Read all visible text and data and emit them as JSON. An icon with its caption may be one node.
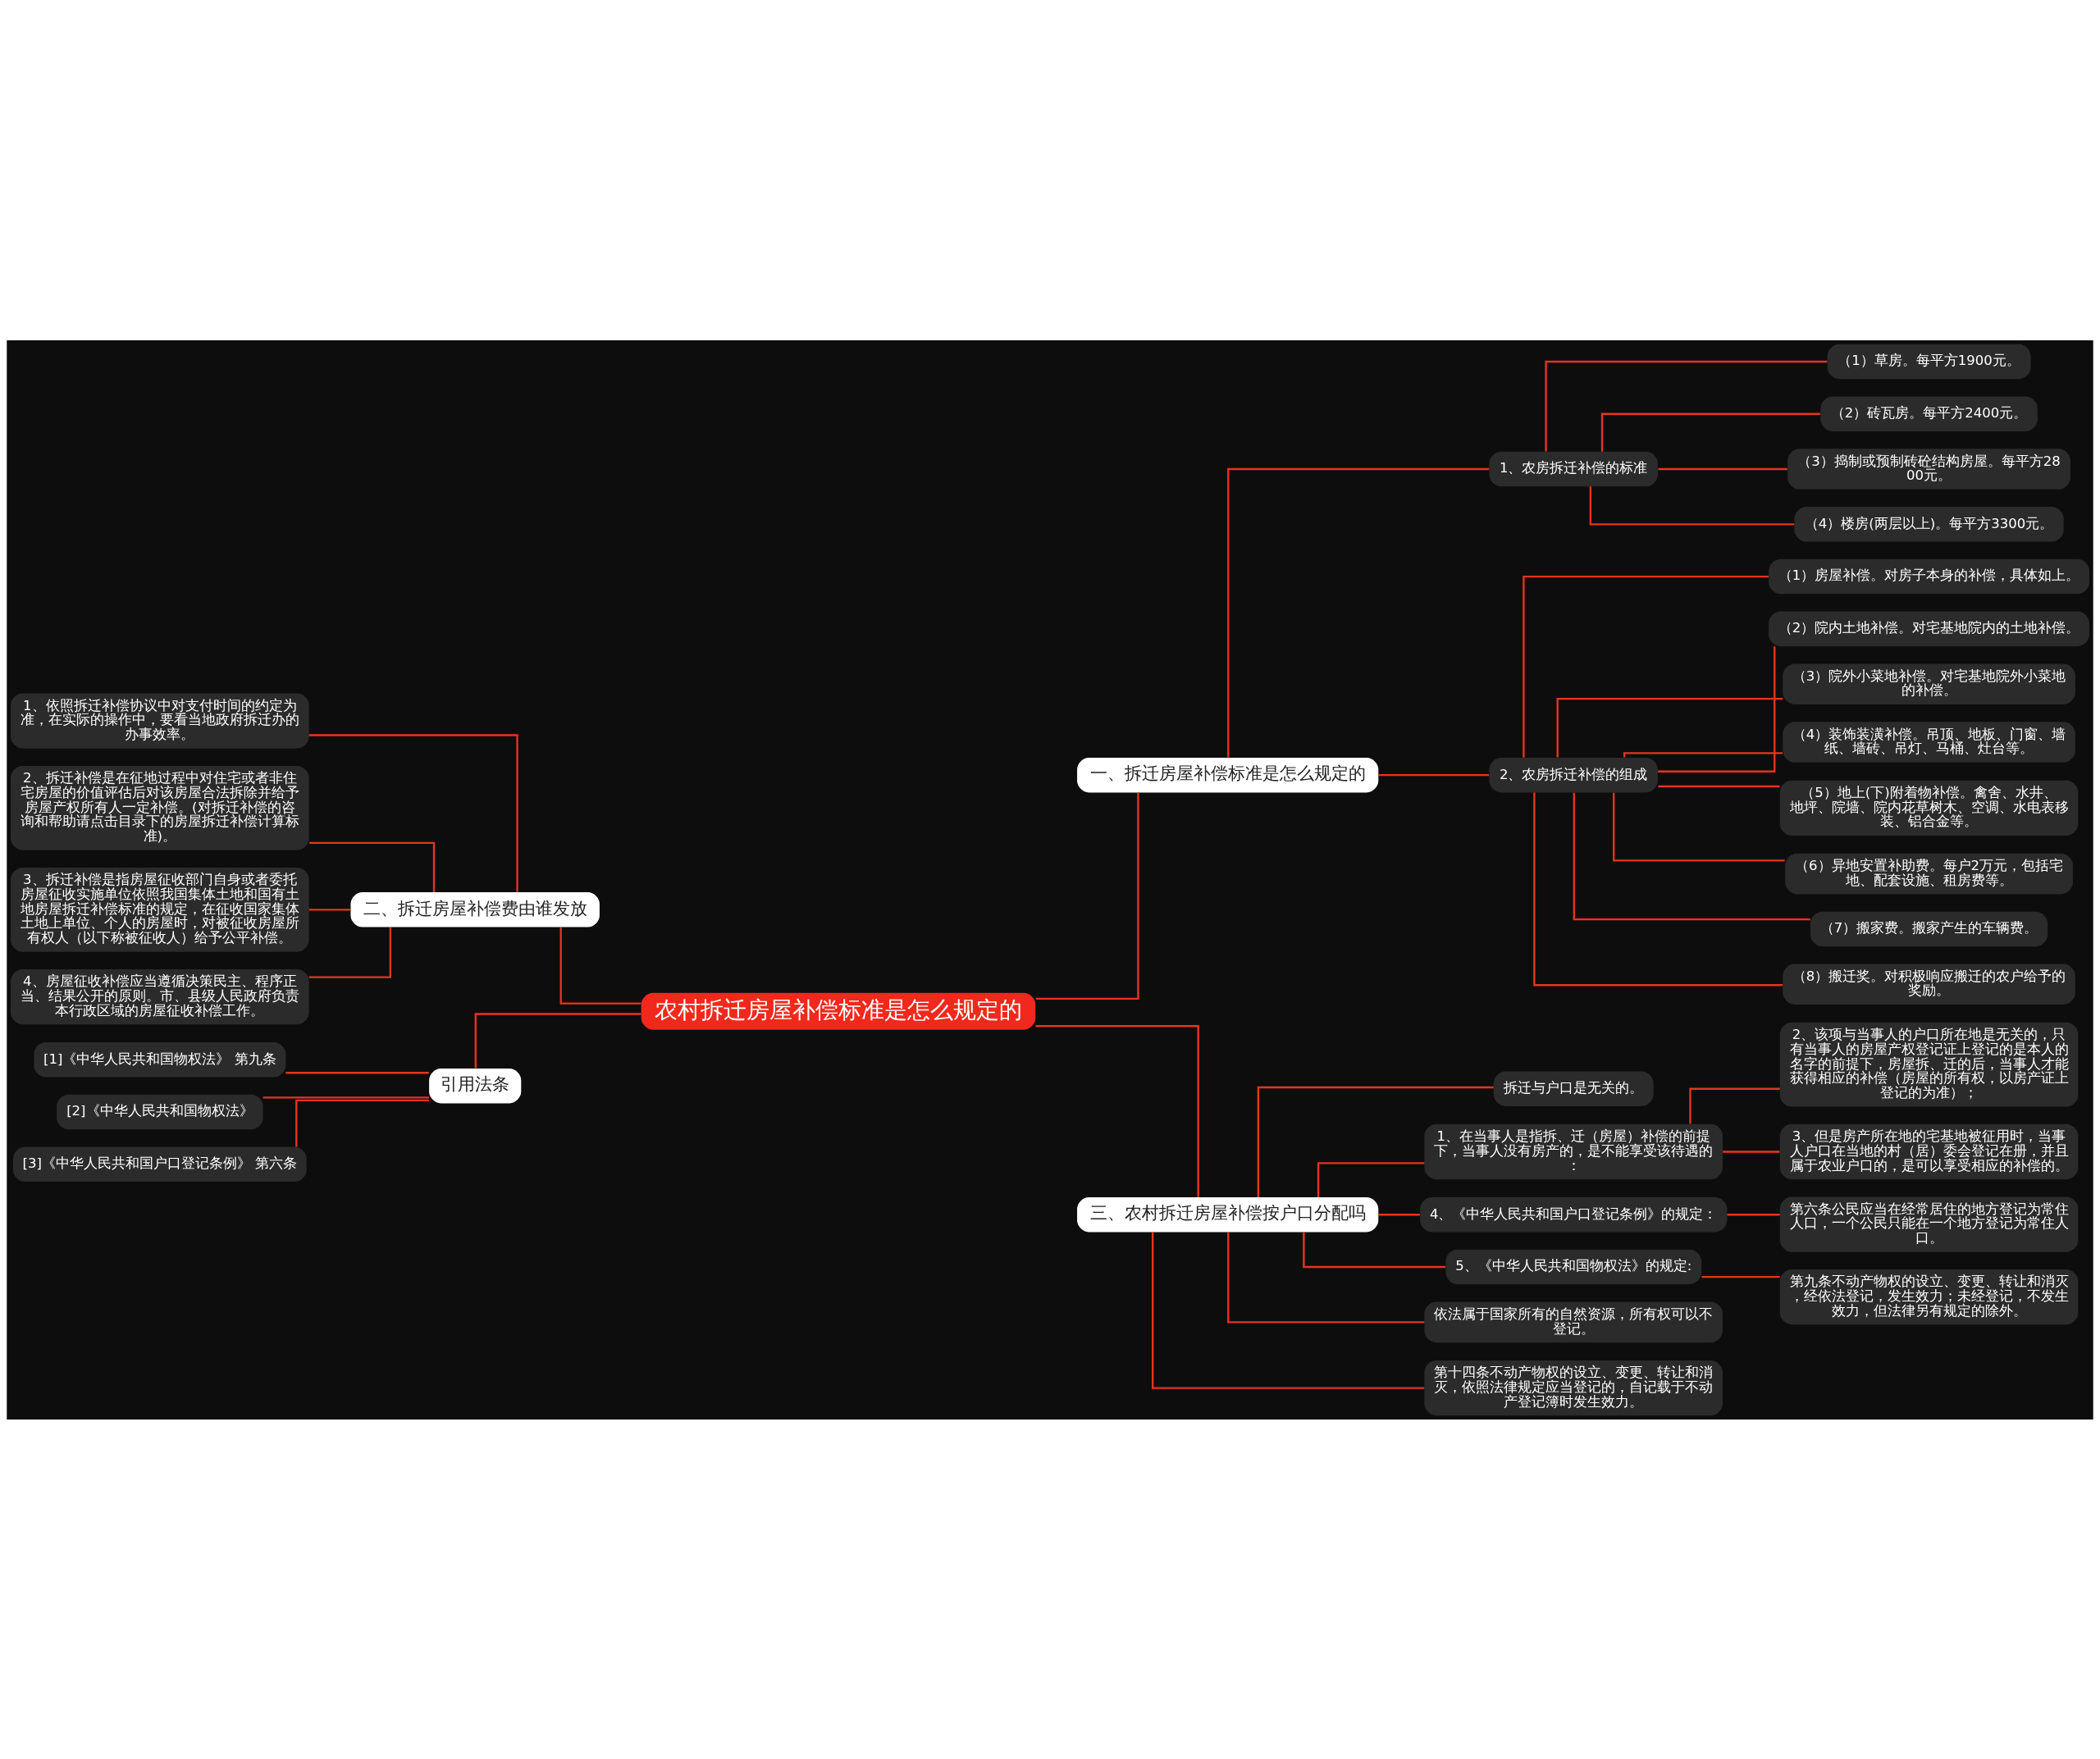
{
  "diagram": {
    "nodes": [
      {
        "text": [
          "农村拆迁房屋补偿标准是怎么规定的"
        ]
      },
      {
        "text": [
          "二、拆迁房屋补偿费由谁发放"
        ]
      },
      {
        "text": [
          "1、依照拆迁补偿协议中对支付时间的约定为准，在实际的操作中，要看当地政府拆迁办的办事效率。"
        ]
      },
      {
        "text": [
          "2、拆迁补偿是在征地过程中对住宅或者非住宅房屋的价值评估后对该房屋合法拆除并给予房屋产权所有人一定补偿。(对拆迁补偿的咨询和帮助请点击目录下的房屋拆迁补偿计算标准)。"
        ]
      },
      {
        "text": [
          "3、拆迁补偿是指房屋征收部门自身或者委托房屋征收实施单位依照我国集体土地和国有土地房屋拆迁补偿标准的规定，在征收国家集体土地上单位、个人的房屋时，对被征收房屋所有权人（以下称被征收人）给予公平补偿。"
        ]
      },
      {
        "text": [
          "4、房屋征收补偿应当遵循决策民主、程序正当、结果公开的原则。市、县级人民政府负责本行政区域的房屋征收补偿工作。"
        ]
      },
      {
        "text": [
          "引用法条"
        ]
      },
      {
        "text": [
          "[1]《中华人民共和国物权法》 第九条"
        ]
      },
      {
        "text": [
          "[2]《中华人民共和国物权法》"
        ]
      },
      {
        "text": [
          "[3]《中华人民共和国户口登记条例》 第六条"
        ]
      },
      {
        "text": [
          "一、拆迁房屋补偿标准是怎么规定的"
        ]
      },
      {
        "text": [
          "1、农房拆迁补偿的标准"
        ]
      },
      {
        "text": [
          "（1）草房。每平方1900元。"
        ]
      },
      {
        "text": [
          "（2）砖瓦房。每平方2400元。"
        ]
      },
      {
        "text": [
          "（3）捣制或预制砖砼结构房屋。每平方2800元。"
        ]
      },
      {
        "text": [
          "（4）楼房(两层以上)。每平方3300元。"
        ]
      },
      {
        "text": [
          "2、农房拆迁补偿的组成"
        ]
      },
      {
        "text": [
          "（1）房屋补偿。对房子本身的补偿，具体如上。"
        ]
      },
      {
        "text": [
          "（2）院内土地补偿。对宅基地院内的土地补偿。"
        ]
      },
      {
        "text": [
          "（3）院外小菜地补偿。对宅基地院外小菜地的补偿。"
        ]
      },
      {
        "text": [
          "（4）装饰装潢补偿。吊顶、地板、门窗、墙纸、墙砖、吊灯、马桶、灶台等。"
        ]
      },
      {
        "text": [
          "（5）地上(下)附着物补偿。禽舍、水井、地坪、院墙、院内花草树木、空调、水电表移装、铝合金等。"
        ]
      },
      {
        "text": [
          "（6）异地安置补助费。每户2万元，包括宅地、配套设施、租房费等。"
        ]
      },
      {
        "text": [
          "（7）搬家费。搬家产生的车辆费。"
        ]
      },
      {
        "text": [
          "（8）搬迁奖。对积极响应搬迁的农户给予的奖励。"
        ]
      },
      {
        "text": [
          "三、农村拆迁房屋补偿按户口分配吗"
        ]
      },
      {
        "text": [
          "拆迁与户口是无关的。"
        ]
      },
      {
        "text": [
          "1、在当事人是指拆、迁（房屋）补偿的前提下，当事人没有房产的，是不能享受该待遇的："
        ]
      },
      {
        "text": [
          "2、该项与当事人的户口所在地是无关的，只有当事人的房屋产权登记证上登记的是本人的名字的前提下，房屋拆、迁的后，当事人才能获得相应的补偿（房屋的所有权，以房产证上登记的为准）；"
        ]
      },
      {
        "text": [
          "3、但是房产所在地的宅基地被征用时，当事人户口在当地的村（居）委会登记在册，并且属于农业户口的，是可以享受相应的补偿的。"
        ]
      },
      {
        "text": [
          "4、《中华人民共和国户口登记条例》的规定："
        ]
      },
      {
        "text": [
          "第六条公民应当在经常居住的地方登记为常住人口，一个公民只能在一个地方登记为常住人口。"
        ]
      },
      {
        "text": [
          "5、《中华人民共和国物权法》的规定:"
        ]
      },
      {
        "text": [
          "第九条不动产物权的设立、变更、转让和消灭，经依法登记，发生效力；未经登记，不发生效力，但法律另有规定的除外。"
        ]
      },
      {
        "text": [
          "依法属于国家所有的自然资源，所有权可以不登记。"
        ]
      },
      {
        "text": [
          "第十四条不动产物权的设立、变更、转让和消灭，依照法律规定应当登记的，自记载于不动产登记簿时发生效力。"
        ]
      }
    ],
    "edges": [
      {
        "from": 2,
        "to": 1,
        "arrow": "none"
      },
      {
        "from": 3,
        "to": 1,
        "arrow": "none"
      },
      {
        "from": 4,
        "to": 1,
        "arrow": "none"
      },
      {
        "from": 5,
        "to": 1,
        "arrow": "none"
      },
      {
        "from": 1,
        "to": 0,
        "arrow": "none"
      },
      {
        "from": 7,
        "to": 6,
        "arrow": "none"
      },
      {
        "from": 8,
        "to": 6,
        "arrow": "none"
      },
      {
        "from": 9,
        "to": 6,
        "arrow": "none"
      },
      {
        "from": 6,
        "to": 0,
        "arrow": "none"
      },
      {
        "from": 0,
        "to": 10,
        "arrow": "none"
      },
      {
        "from": 10,
        "to": 11,
        "arrow": "none"
      },
      {
        "from": 11,
        "to": 12,
        "arrow": "none"
      },
      {
        "from": 11,
        "to": 13,
        "arrow": "none"
      },
      {
        "from": 11,
        "to": 14,
        "arrow": "none"
      },
      {
        "from": 11,
        "to": 15,
        "arrow": "none"
      },
      {
        "from": 10,
        "to": 16,
        "arrow": "none"
      },
      {
        "from": 16,
        "to": 17,
        "arrow": "none"
      },
      {
        "from": 16,
        "to": 18,
        "arrow": "none"
      },
      {
        "from": 16,
        "to": 19,
        "arrow": "none"
      },
      {
        "from": 16,
        "to": 20,
        "arrow": "none"
      },
      {
        "from": 16,
        "to": 21,
        "arrow": "none"
      },
      {
        "from": 16,
        "to": 22,
        "arrow": "none"
      },
      {
        "from": 16,
        "to": 23,
        "arrow": "none"
      },
      {
        "from": 16,
        "to": 24,
        "arrow": "none"
      },
      {
        "from": 0,
        "to": 25,
        "arrow": "none"
      },
      {
        "from": 25,
        "to": 26,
        "arrow": "none"
      },
      {
        "from": 25,
        "to": 27,
        "arrow": "none"
      },
      {
        "from": 27,
        "to": 28,
        "arrow": "none"
      },
      {
        "from": 27,
        "to": 29,
        "arrow": "none"
      },
      {
        "from": 25,
        "to": 30,
        "arrow": "none"
      },
      {
        "from": 30,
        "to": 31,
        "arrow": "none"
      },
      {
        "from": 25,
        "to": 32,
        "arrow": "none"
      },
      {
        "from": 32,
        "to": 33,
        "arrow": "none"
      },
      {
        "from": 25,
        "to": 34,
        "arrow": "none"
      },
      {
        "from": 25,
        "to": 35,
        "arrow": "none"
      }
    ]
  }
}
